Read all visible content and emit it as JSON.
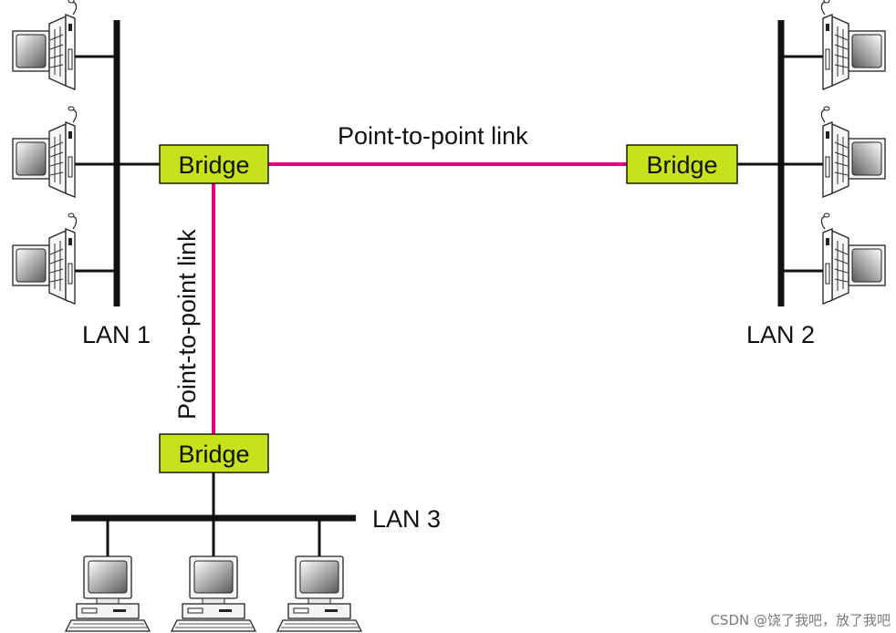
{
  "lans": [
    {
      "id": "lan1",
      "label": "LAN 1"
    },
    {
      "id": "lan2",
      "label": "LAN 2"
    },
    {
      "id": "lan3",
      "label": "LAN 3"
    }
  ],
  "bridges": [
    {
      "id": "bridge-lan1",
      "label": "Bridge"
    },
    {
      "id": "bridge-lan2",
      "label": "Bridge"
    },
    {
      "id": "bridge-lan3",
      "label": "Bridge"
    }
  ],
  "links": [
    {
      "id": "link-h",
      "label": "Point-to-point link",
      "from": "bridge-lan1",
      "to": "bridge-lan2"
    },
    {
      "id": "link-v",
      "label": "Point-to-point link",
      "from": "bridge-lan1",
      "to": "bridge-lan3"
    }
  ],
  "colors": {
    "link": "#e4007e",
    "bridge_fill": "#c6e21b",
    "bus": "#111111"
  },
  "watermark": "CSDN @饶了我吧，放了我吧"
}
